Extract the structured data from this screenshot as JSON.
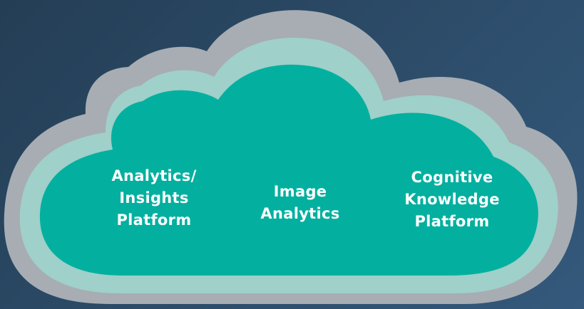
{
  "colors": {
    "background_start": "#243e55",
    "background_end": "#34597c",
    "outer_ring": "#a7adb3",
    "middle_ring": "#9fd0c9",
    "cloud_fill": "#03b09f",
    "text": "#ffffff"
  },
  "cloud": {
    "shape": "cloud-icon",
    "labels": [
      {
        "lines": [
          "Analytics/",
          "Insights",
          "Platform"
        ]
      },
      {
        "lines": [
          "Image",
          "Analytics"
        ]
      },
      {
        "lines": [
          "Cognitive",
          "Knowledge",
          "Platform"
        ]
      }
    ]
  }
}
